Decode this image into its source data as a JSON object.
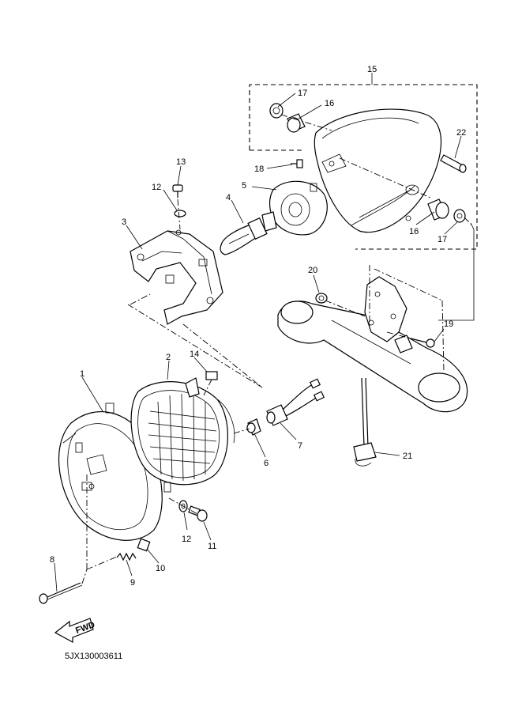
{
  "diagram_code": "5JX130003611",
  "fwd_label": "FWD",
  "callouts": {
    "c1": "1",
    "c2": "2",
    "c3": "3",
    "c4": "4",
    "c5": "5",
    "c6": "6",
    "c7": "7",
    "c8": "8",
    "c9": "9",
    "c10": "10",
    "c11": "11",
    "c12a": "12",
    "c12b": "12",
    "c13": "13",
    "c14": "14",
    "c15": "15",
    "c16a": "16",
    "c16b": "16",
    "c17a": "17",
    "c17b": "17",
    "c18": "18",
    "c19": "19",
    "c20": "20",
    "c21": "21",
    "c22": "22"
  }
}
